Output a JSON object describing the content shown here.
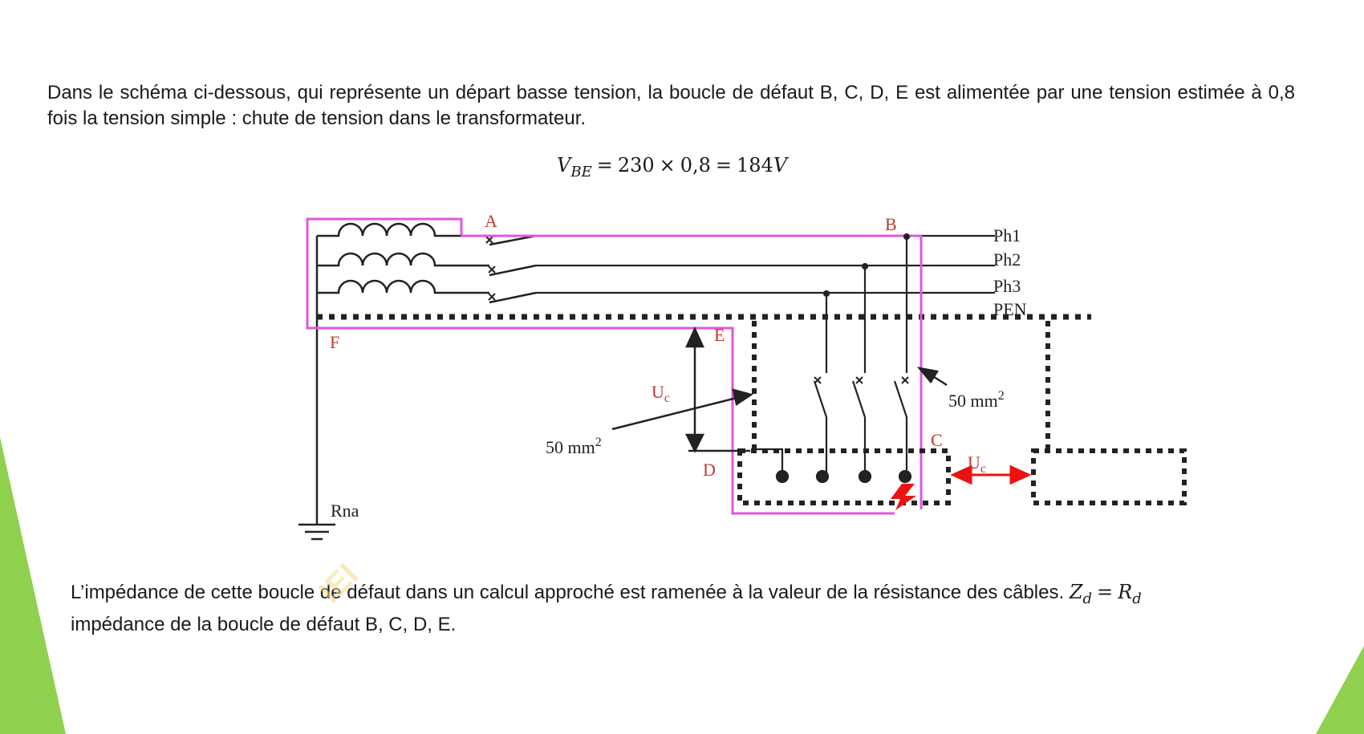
{
  "slide": {
    "paragraph1": "Dans le schéma ci-dessous, qui représente un départ basse tension, la boucle de défaut B, C, D, E est alimentée par une tension estimée à 0,8 fois la tension simple : chute de tension dans le transformateur.",
    "formula": {
      "lhs_var": "V",
      "lhs_sub": "BE",
      "eq1": "=",
      "a": "230",
      "times": "×",
      "b": "0,8",
      "eq2": "=",
      "result": "184",
      "unit": "V"
    },
    "paragraph2_text": "L’impédance de cette boucle de défaut dans un calcul approché est ramenée à la valeur de la résistance des câbles.",
    "paragraph2_formula": {
      "lhs_var": "Z",
      "lhs_sub": "d",
      "eq": "=",
      "rhs_var": "R",
      "rhs_sub": "d"
    },
    "paragraph2_tail": "impédance de la boucle de défaut B, C, D, E.",
    "watermark": "IEI"
  },
  "diagram": {
    "labels": {
      "A": "A",
      "B": "B",
      "C": "C",
      "D": "D",
      "E": "E",
      "F": "F",
      "ph1": "Ph1",
      "ph2": "Ph2",
      "ph3": "Ph3",
      "pen": "PEN",
      "uc_left": "U",
      "uc_left_sub": "c",
      "uc_right": "U",
      "uc_right_sub": "c",
      "section_left": "50 mm",
      "section_left_sup": "2",
      "section_right": "50 mm",
      "section_right_sup": "2",
      "rna": "Rna"
    }
  },
  "colors": {
    "loop": "#e056e0",
    "fault": "#ee1111",
    "decor_green": "#8fd14f",
    "wire": "#222222",
    "label_red": "#c0392b"
  }
}
